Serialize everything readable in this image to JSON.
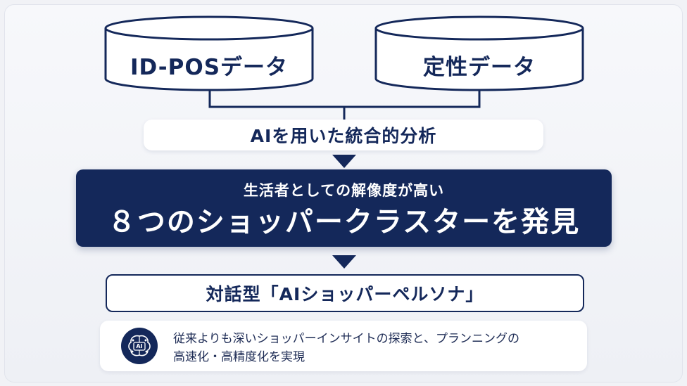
{
  "colors": {
    "navy": "#14285a",
    "background": "#f1f2f6",
    "white": "#ffffff"
  },
  "sources": {
    "left_label": "ID-POSデータ",
    "right_label": "定性データ"
  },
  "analysis": {
    "label": "AIを用いた統合的分析"
  },
  "result": {
    "subtitle": "生活者としての解像度が高い",
    "title": "８つのショッパークラスターを発見"
  },
  "output": {
    "label": "対話型「AIショッパーペルソナ」"
  },
  "benefit": {
    "icon": "ai-brain-icon",
    "icon_text": "AI",
    "line1": "従来よりも深いショッパーインサイトの探索と、プランニングの",
    "line2": "高速化・高精度化を実現"
  }
}
